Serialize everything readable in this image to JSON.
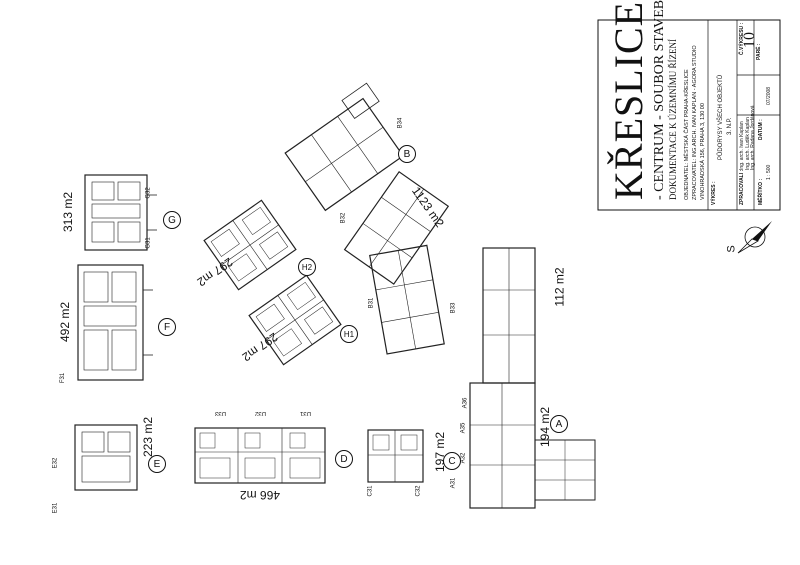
{
  "title_block": {
    "project_title": "KŘESLICE",
    "project_subtitle": "- CENTRUM - SOUBOR STAVEB",
    "document_type": "DOKUMENTACE K ÚZEMNÍMU ŘÍZENÍ",
    "client_line": "OBJEDNATEL: MĚSTSKÁ ČÁST PRAHA-KŘESLICE",
    "designer_line": "ZPRACOVATEL: ING.ARCH. IVAN KAPLAN - AGORA STUDIO",
    "address_line": "VINOHRADSKÁ 156, PRAHA 3, 130 00",
    "drawing_label": "VÝKRES :",
    "drawing_name": "PŮDORYSY VŠECH OBJEKTŮ",
    "floor": "3. N.P.",
    "drawing_number_label": "Č.VÝKRESU :",
    "drawing_number": "10",
    "sheet_label": "PARÉ :",
    "team_label": "ZPRACOVALI :",
    "team": [
      "Ing. arch. Ivan Kaplan",
      "Ing. arch. Luděk Kaplan",
      "Ing. arch. Radana Jordánová"
    ],
    "scale_label": "MĚŘÍTKO :",
    "scale": "1 : 500",
    "date_label": "DATUM :",
    "date": "07/2008"
  },
  "north_arrow": {
    "label": "S",
    "icon": "north-arrow-icon"
  },
  "buildings": [
    {
      "id": "A",
      "area": "194 m2"
    },
    {
      "id": "A-wing",
      "area": "112 m2"
    },
    {
      "id": "B",
      "area": "1123 m2"
    },
    {
      "id": "C",
      "area": "197 m2"
    },
    {
      "id": "D",
      "area": "466 m2"
    },
    {
      "id": "E",
      "area": "223 m2"
    },
    {
      "id": "F",
      "area": "492 m2"
    },
    {
      "id": "G",
      "area": "313 m2"
    },
    {
      "id": "H1",
      "area": "297 m2"
    },
    {
      "id": "H2",
      "area": "297 m2"
    }
  ],
  "unit_tags": {
    "a31": "A31",
    "a32": "A32",
    "a35": "A35",
    "a36": "A36",
    "e31": "E31",
    "e32": "E32",
    "f31": "F31",
    "g31": "G31",
    "g32": "G32",
    "d31": "D31",
    "d32": "D32",
    "d33": "D33",
    "c31": "C31",
    "c32": "C32",
    "b31": "B31",
    "b32": "B32",
    "b33": "B33",
    "b34": "B34"
  }
}
